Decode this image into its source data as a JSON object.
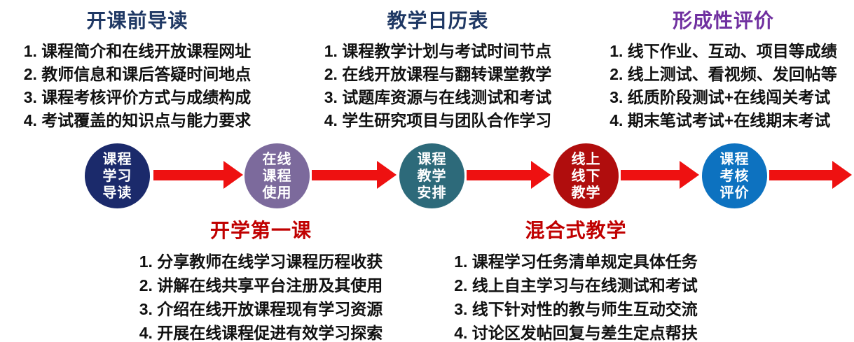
{
  "top_sections": [
    {
      "title": "开课前导读",
      "title_color": "#1f3864",
      "items": [
        "1. 课程简介和在线开放课程网址",
        "2. 教师信息和课后答疑时间地点",
        "3. 课程考核评价方式与成绩构成",
        "4. 考试覆盖的知识点与能力要求"
      ]
    },
    {
      "title": "教学日历表",
      "title_color": "#1f3864",
      "items": [
        "1. 课程教学计划与考试时间节点",
        "2. 在线开放课程与翻转课堂教学",
        "3. 试题库资源与在线测试和考试",
        "4. 学生研究项目与团队合作学习"
      ]
    },
    {
      "title": "形成性评价",
      "title_color": "#7030a0",
      "items": [
        "1. 线下作业、互动、项目等成绩",
        "2. 线上测试、看视频、发回帖等",
        "3. 纸质阶段测试+在线闯关考试",
        "4. 期末笔试考试+在线期末考试"
      ]
    }
  ],
  "bottom_sections": [
    {
      "title": "开学第一课",
      "title_color": "#c00000",
      "items": [
        "1. 分享教师在线学习课程历程收获",
        "2. 讲解在线共享平台注册及其使用",
        "3. 介绍在线开放课程现有学习资源",
        "4. 开展在线课程促进有效学习探索"
      ]
    },
    {
      "title": "混合式教学",
      "title_color": "#c00000",
      "items": [
        "1. 课程学习任务清单规定具体任务",
        "2. 线上自主学习与在线测试和考试",
        "3. 线下针对性的教与师生互动交流",
        "4. 讨论区发帖回复与差生定点帮扶"
      ]
    }
  ],
  "flow": {
    "arrow_color": "#ee1111",
    "nodes": [
      {
        "lines": [
          "课程",
          "学习",
          "导读"
        ],
        "color": "#1b2a6b"
      },
      {
        "lines": [
          "在线",
          "课程",
          "使用"
        ],
        "color": "#7c6a9c"
      },
      {
        "lines": [
          "课程",
          "教学",
          "安排"
        ],
        "color": "#2d6a7a"
      },
      {
        "lines": [
          "线上",
          "线下",
          "教学"
        ],
        "color": "#b00d0d"
      },
      {
        "lines": [
          "课程",
          "考核",
          "评价"
        ],
        "color": "#0d72c0"
      }
    ]
  }
}
